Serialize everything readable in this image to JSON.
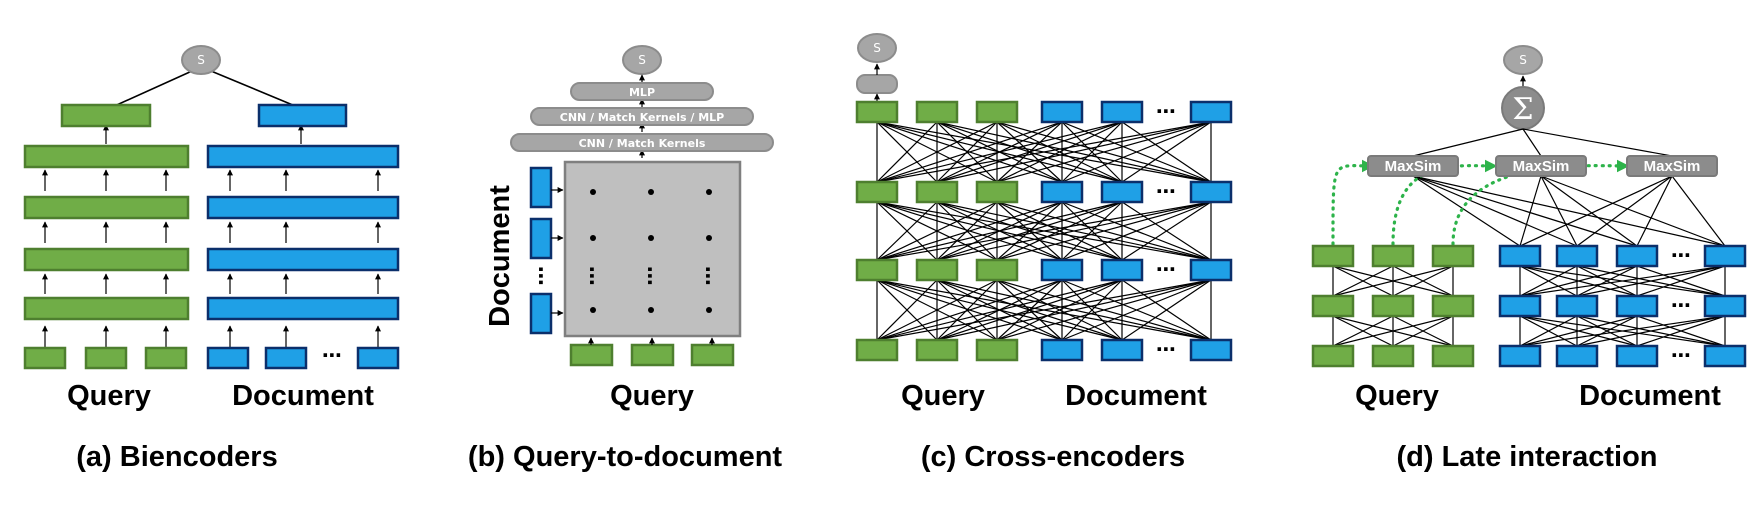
{
  "colors": {
    "query": "#70AD47",
    "document": "#1FA0E6",
    "block": "#A6A6A6",
    "dotted_arrow": "#2DB34A"
  },
  "score_label": "S",
  "ellipsis": "⋯",
  "panels": {
    "a": {
      "caption": "(a) Biencoders",
      "query_label": "Query",
      "document_label": "Document"
    },
    "b": {
      "caption": "(b) Query-to-document",
      "query_label": "Query",
      "document_label": "Document",
      "layers": [
        "MLP",
        "CNN  /  Match Kernels / MLP",
        "CNN  /  Match Kernels"
      ]
    },
    "c": {
      "caption": "(c) Cross-encoders",
      "query_label": "Query",
      "document_label": "Document"
    },
    "d": {
      "caption": "(d) Late interaction",
      "query_label": "Query",
      "document_label": "Document",
      "maxsim_label": "MaxSim",
      "sum_symbol": "Σ"
    }
  }
}
